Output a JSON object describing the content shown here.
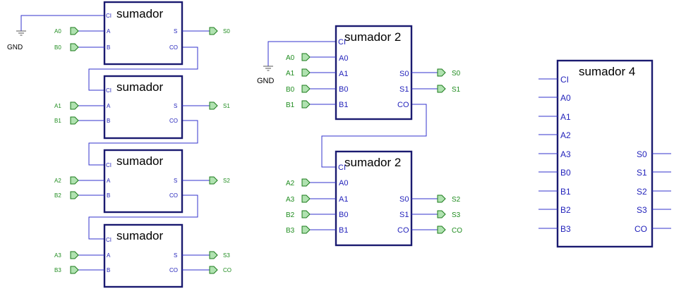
{
  "colors": {
    "block_border": "#1a1a70",
    "wire": "#3333cc",
    "port_fill": "#b0e2b0",
    "port_label": "#1f8c1f",
    "pin_label": "#2222bb"
  },
  "icons": {
    "ground": "ground-symbol-icon",
    "port": "input-output-port-icon"
  },
  "left": {
    "gnd": "GND",
    "adders": [
      {
        "title": "sumador",
        "pins": {
          "ci": "CI",
          "a": "A",
          "b": "B",
          "s": "S",
          "co": "CO"
        },
        "in_a": "A0",
        "in_b": "B0",
        "out_s": "S0"
      },
      {
        "title": "sumador",
        "pins": {
          "ci": "CI",
          "a": "A",
          "b": "B",
          "s": "S",
          "co": "CO"
        },
        "in_a": "A1",
        "in_b": "B1",
        "out_s": "S1"
      },
      {
        "title": "sumador",
        "pins": {
          "ci": "CI",
          "a": "A",
          "b": "B",
          "s": "S",
          "co": "CO"
        },
        "in_a": "A2",
        "in_b": "B2",
        "out_s": "S2"
      },
      {
        "title": "sumador",
        "pins": {
          "ci": "CI",
          "a": "A",
          "b": "B",
          "s": "S",
          "co": "CO"
        },
        "in_a": "A3",
        "in_b": "B3",
        "out_s": "S3",
        "out_co": "CO"
      }
    ]
  },
  "middle": {
    "gnd": "GND",
    "blocks": [
      {
        "title": "sumador 2",
        "pins": {
          "ci": "CI",
          "a0": "A0",
          "a1": "A1",
          "b0": "B0",
          "b1": "B1",
          "s0": "S0",
          "s1": "S1",
          "co": "CO"
        },
        "ports_in": [
          "A0",
          "A1",
          "B0",
          "B1"
        ],
        "ports_out": [
          "S0",
          "S1"
        ]
      },
      {
        "title": "sumador 2",
        "pins": {
          "ci": "CI",
          "a0": "A0",
          "a1": "A1",
          "b0": "B0",
          "b1": "B1",
          "s0": "S0",
          "s1": "S1",
          "co": "CO"
        },
        "ports_in": [
          "A2",
          "A3",
          "B2",
          "B3"
        ],
        "ports_out": [
          "S2",
          "S3",
          "CO"
        ]
      }
    ]
  },
  "right": {
    "title": "sumador 4",
    "pins_left": [
      "CI",
      "A0",
      "A1",
      "A2",
      "A3",
      "B0",
      "B1",
      "B2",
      "B3"
    ],
    "pins_right": [
      "S0",
      "S1",
      "S2",
      "S3",
      "CO"
    ]
  }
}
